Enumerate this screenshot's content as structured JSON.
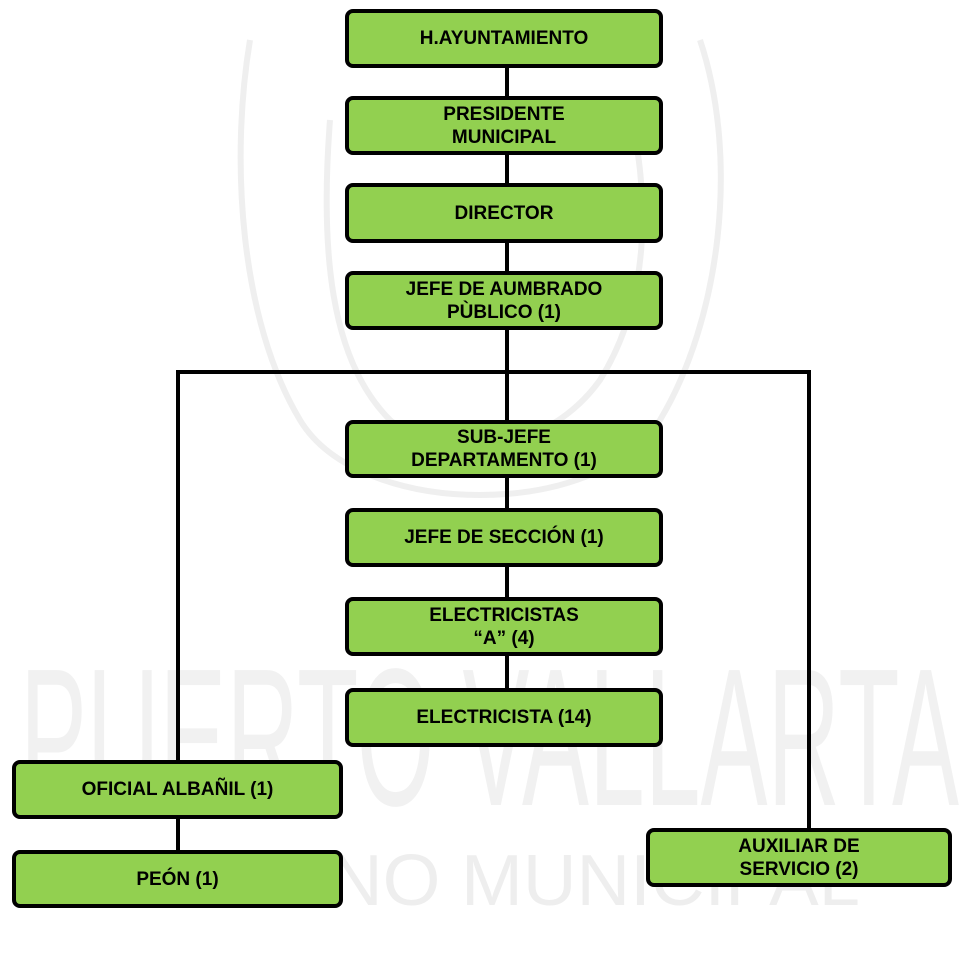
{
  "watermark": {
    "main_text": "PUERTO VALLARTA",
    "sub_text": "GOBIERNO MUNICIPAL"
  },
  "org_chart": {
    "colors": {
      "box_fill": "#92d050",
      "box_border": "#000000",
      "line": "#000000"
    },
    "nodes": [
      {
        "id": "ayuntamiento",
        "label": "H.AYUNTAMIENTO"
      },
      {
        "id": "presidente",
        "label": "PRESIDENTE\nMUNICIPAL"
      },
      {
        "id": "director",
        "label": "DIRECTOR"
      },
      {
        "id": "jefe-alumbrado",
        "label": "JEFE DE AUMBRADO\nPÙBLICO (1)"
      },
      {
        "id": "subjefe",
        "label": "SUB-JEFE\nDEPARTAMENTO (1)"
      },
      {
        "id": "jefe-seccion",
        "label": "JEFE DE SECCIÓN (1)"
      },
      {
        "id": "electricistas-a",
        "label": "ELECTRICISTAS\n“A” (4)"
      },
      {
        "id": "electricista",
        "label": "ELECTRICISTA (14)"
      },
      {
        "id": "oficial-albanil",
        "label": "OFICIAL ALBAÑIL (1)"
      },
      {
        "id": "peon",
        "label": "PEÓN (1)"
      },
      {
        "id": "auxiliar",
        "label": "AUXILIAR DE\nSERVICIO (2)"
      }
    ],
    "edges": [
      [
        "ayuntamiento",
        "presidente"
      ],
      [
        "presidente",
        "director"
      ],
      [
        "director",
        "jefe-alumbrado"
      ],
      [
        "jefe-alumbrado",
        "subjefe"
      ],
      [
        "jefe-alumbrado",
        "oficial-albanil"
      ],
      [
        "jefe-alumbrado",
        "auxiliar"
      ],
      [
        "subjefe",
        "jefe-seccion"
      ],
      [
        "jefe-seccion",
        "electricistas-a"
      ],
      [
        "electricistas-a",
        "electricista"
      ],
      [
        "oficial-albanil",
        "peon"
      ]
    ]
  }
}
